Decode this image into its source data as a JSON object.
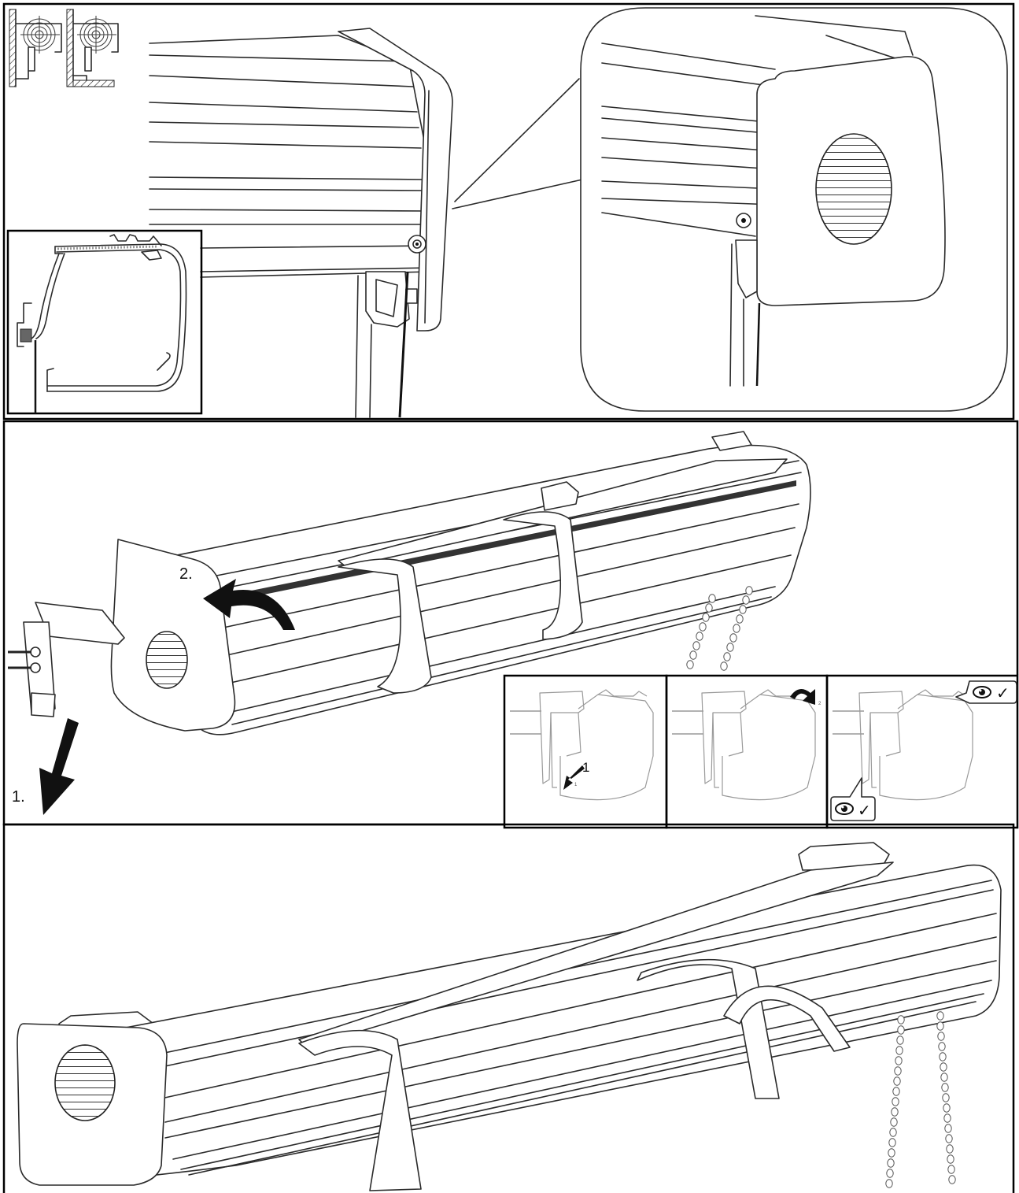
{
  "panel2": {
    "step_labels": {
      "slide": "1.",
      "rotate": "2."
    }
  },
  "detail_strip": {
    "step1_label": "1",
    "step1_small": "1",
    "step2_small": "2",
    "check_mark": "✓"
  },
  "icons": [
    "wall-mount-symbol",
    "ceiling-mount-symbol",
    "eye-icon",
    "check-icon",
    "arrow-icon",
    "screw-icon",
    "bead-chain"
  ]
}
